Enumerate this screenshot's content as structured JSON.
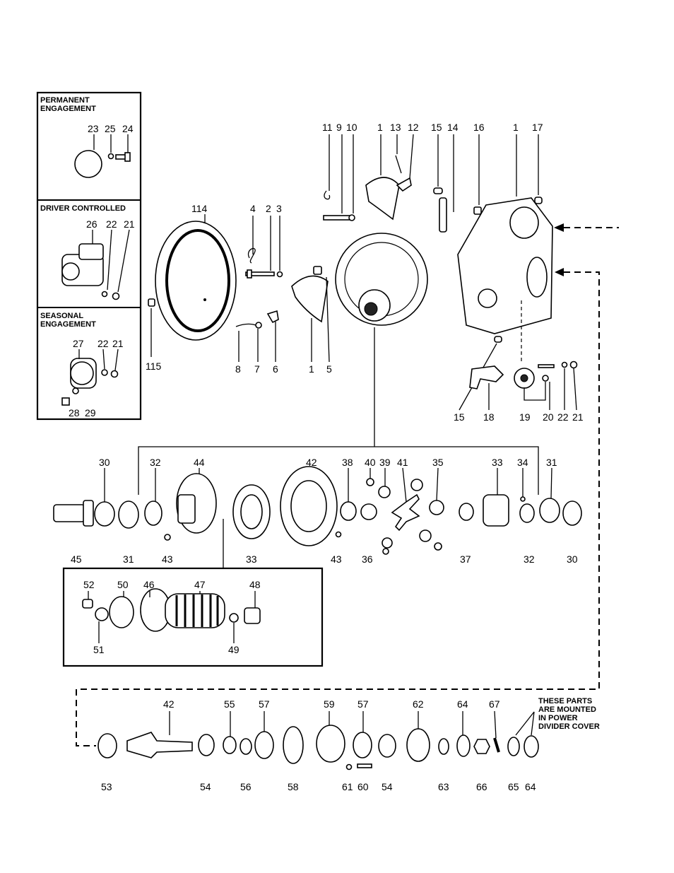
{
  "inset_boxes": {
    "permanent_engagement": [
      "PERMANENT",
      "ENGAGEMENT"
    ],
    "driver_controlled": "DRIVER CONTROLLED",
    "seasonal_engagement": [
      "SEASONAL",
      "ENGAGEMENT"
    ]
  },
  "note": [
    "THESE PARTS",
    "ARE MOUNTED",
    "IN POWER",
    "DIVIDER COVER"
  ],
  "labels": {
    "l23": "23",
    "l25": "25",
    "l24": "24",
    "l26": "26",
    "l22a": "22",
    "l21a": "21",
    "l27": "27",
    "l22b": "22",
    "l21b": "21",
    "l28": "28",
    "l29": "29",
    "l114": "114",
    "l115": "115",
    "l4": "4",
    "l2": "2",
    "l3": "3",
    "l8": "8",
    "l7": "7",
    "l6": "6",
    "l1a": "1",
    "l5": "5",
    "l11": "11",
    "l9": "9",
    "l10": "10",
    "l1b": "1",
    "l13": "13",
    "l12": "12",
    "l15a": "15",
    "l14": "14",
    "l16": "16",
    "l1c": "1",
    "l17": "17",
    "l15b": "15",
    "l18": "18",
    "l19": "19",
    "l20": "20",
    "l22c": "22",
    "l21c": "21",
    "l30a": "30",
    "l32a": "32",
    "l44": "44",
    "l42a": "42",
    "l38": "38",
    "l40": "40",
    "l39": "39",
    "l41": "41",
    "l35": "35",
    "l33a": "33",
    "l34": "34",
    "l31a": "31",
    "l45": "45",
    "l31b": "31",
    "l43a": "43",
    "l33b": "33",
    "l43b": "43",
    "l36": "36",
    "l37": "37",
    "l32b": "32",
    "l30b": "30",
    "l52": "52",
    "l50": "50",
    "l46": "46",
    "l47": "47",
    "l48": "48",
    "l51": "51",
    "l49": "49",
    "l42b": "42",
    "l55": "55",
    "l57a": "57",
    "l59": "59",
    "l57b": "57",
    "l62": "62",
    "l64a": "64",
    "l67": "67",
    "l53": "53",
    "l54a": "54",
    "l56": "56",
    "l58": "58",
    "l61": "61",
    "l60": "60",
    "l54b": "54",
    "l63": "63",
    "l66": "66",
    "l65": "65",
    "l64b": "64"
  }
}
